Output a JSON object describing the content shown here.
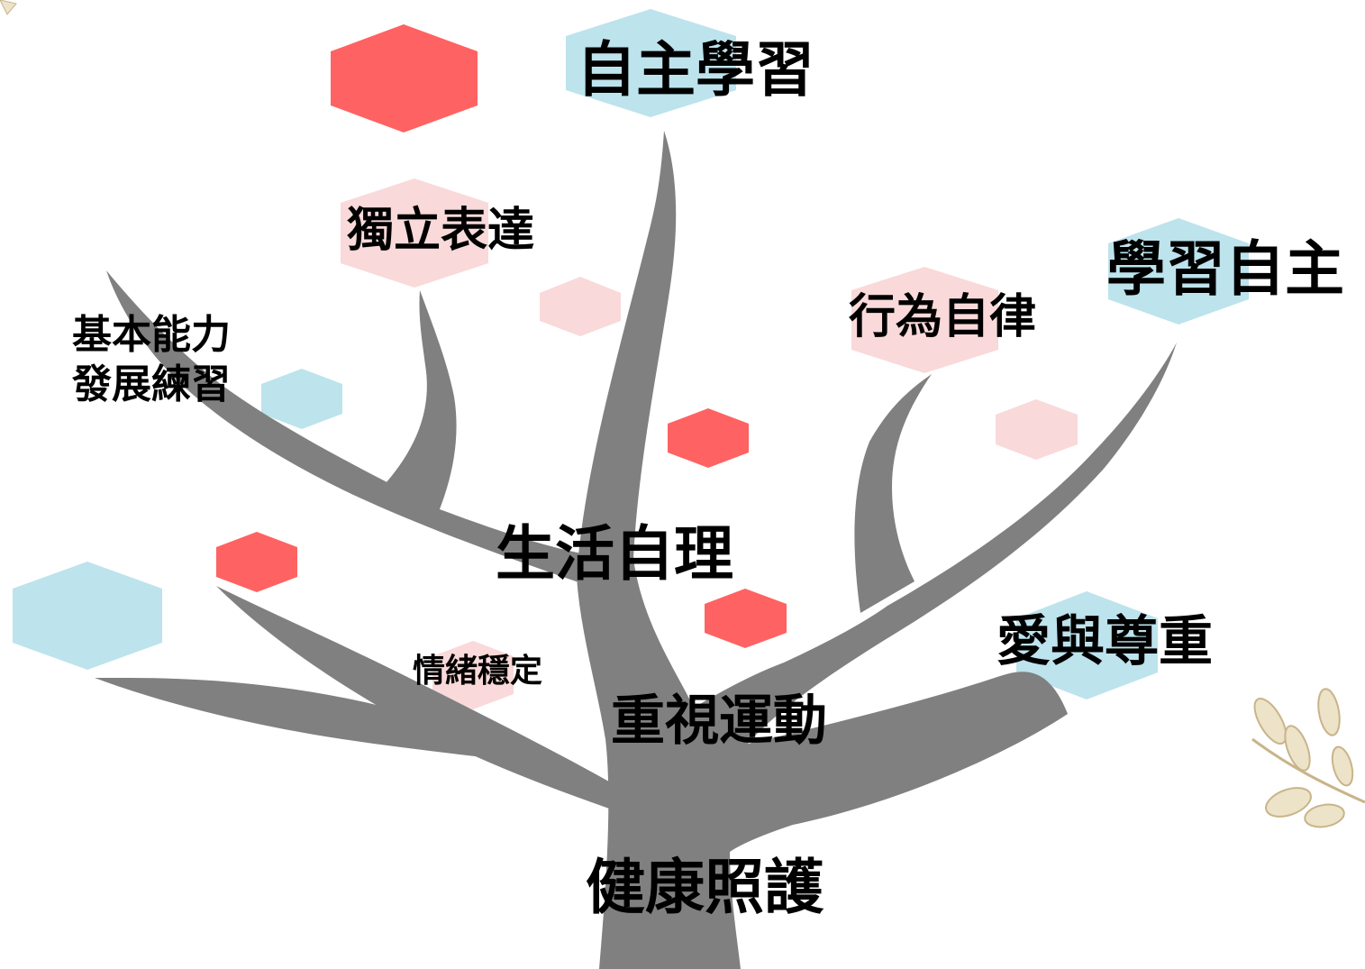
{
  "colors": {
    "trunk": "#808080",
    "hex_red": "#ff6262",
    "hex_pink": "#f9d9d9",
    "hex_blue": "#bde3ed",
    "text": "#000000",
    "leaf": "#e8dcc0"
  },
  "labels": {
    "top_main": "自主學習",
    "right_top": "學習自主",
    "independent_expression": "獨立表達",
    "behavior_self_discipline": "行為自律",
    "basic_ability_line1": "基本能力",
    "basic_ability_line2": "發展練習",
    "life_self_care": "生活自理",
    "emotion_stability": "情緒穩定",
    "love_respect": "愛與尊重",
    "exercise": "重視運動",
    "health_care": "健康照護"
  }
}
